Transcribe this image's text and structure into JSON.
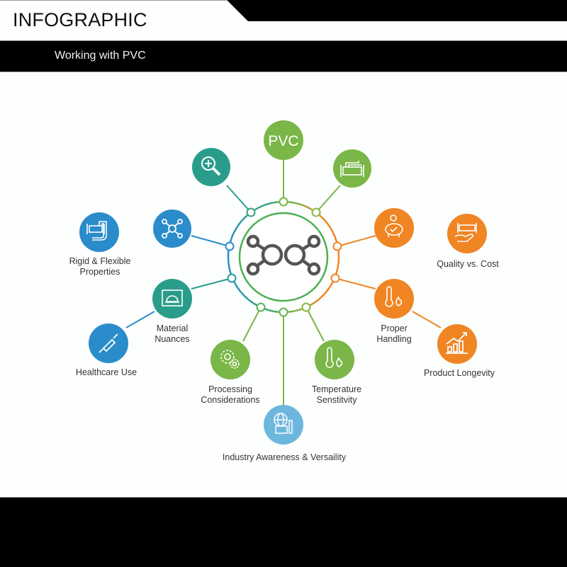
{
  "header": {
    "title": "INFOGRAPHIC",
    "subtitle": "Working with PVC"
  },
  "colors": {
    "green": "#7ab648",
    "teal": "#2a9d8a",
    "blue": "#2b8ccb",
    "light_blue": "#6db7de",
    "orange": "#f08524",
    "gray_icon": "#555555",
    "black": "#000000"
  },
  "center": {
    "icon": "molecule-link-icon",
    "label": ""
  },
  "root": {
    "label": "PVC"
  },
  "nodes": [
    {
      "id": "inspection",
      "icon": "magnifier-plus-icon",
      "label": "",
      "color": "teal"
    },
    {
      "id": "pipe-top",
      "icon": "pipe-fitting-icon",
      "label": "",
      "color": "green"
    },
    {
      "id": "network",
      "icon": "network-nodes-icon",
      "label": "",
      "color": "blue"
    },
    {
      "id": "rigid-flexible",
      "icon": "bent-pipe-icon",
      "label": "Rigid & Flexible\nProperties",
      "color": "blue"
    },
    {
      "id": "savings",
      "icon": "piggy-bank-icon",
      "label": "",
      "color": "orange"
    },
    {
      "id": "quality-cost",
      "icon": "hand-pipe-icon",
      "label": "Quality vs. Cost",
      "color": "orange"
    },
    {
      "id": "material-nuances",
      "icon": "blueprint-helmet-icon",
      "label": "Material\nNuances",
      "color": "teal"
    },
    {
      "id": "healthcare",
      "icon": "syringe-icon",
      "label": "Healthcare Use",
      "color": "blue"
    },
    {
      "id": "proper-handling",
      "icon": "thermometer-flame-icon",
      "label": "Proper\nHandling",
      "color": "orange"
    },
    {
      "id": "product-longevity",
      "icon": "growth-chart-icon",
      "label": "Product Longevity",
      "color": "orange"
    },
    {
      "id": "processing",
      "icon": "gears-icon",
      "label": "Processing\nConsiderations",
      "color": "green"
    },
    {
      "id": "temperature",
      "icon": "thermometer-flame-icon",
      "label": "Temperature\nSenstitvity",
      "color": "green"
    },
    {
      "id": "industry",
      "icon": "globe-factory-icon",
      "label": "Industry Awareness & Versaility",
      "color": "light_blue"
    }
  ],
  "labels": {
    "rigid_flexible_1": "Rigid & Flexible",
    "rigid_flexible_2": "Properties",
    "quality_cost": "Quality vs. Cost",
    "material_1": "Material",
    "material_2": "Nuances",
    "healthcare": "Healthcare Use",
    "proper_1": "Proper",
    "proper_2": "Handling",
    "longevity": "Product Longevity",
    "processing_1": "Processing",
    "processing_2": "Considerations",
    "temperature_1": "Temperature",
    "temperature_2": "Senstitvity",
    "industry": "Industry Awareness & Versaility"
  }
}
